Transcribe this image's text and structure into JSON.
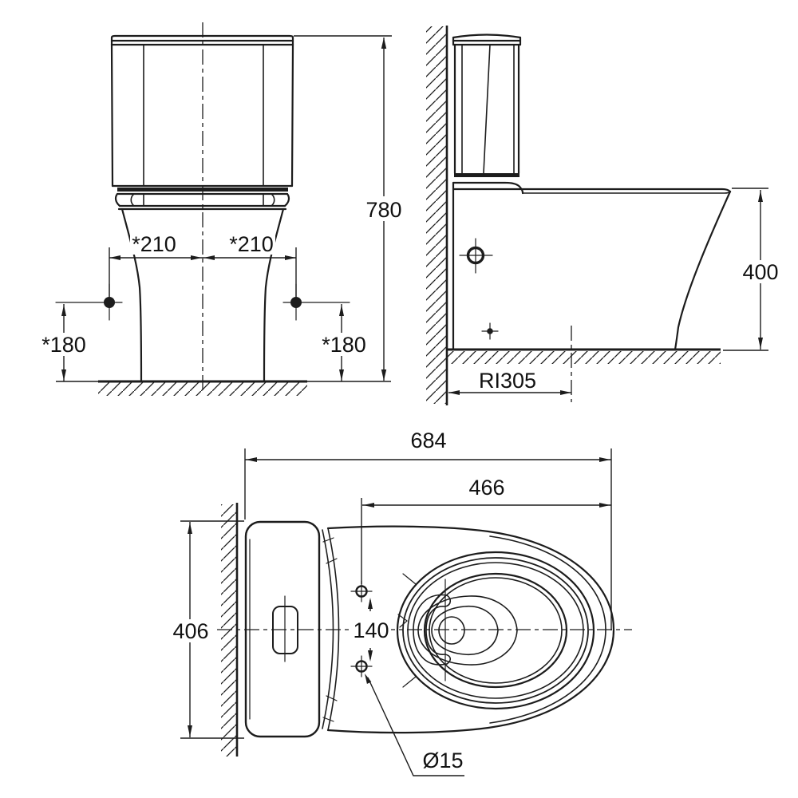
{
  "drawing": {
    "background_color": "#ffffff",
    "line_color": "#1c1c1c",
    "views": {
      "front": {
        "dims": {
          "overall_height": "780",
          "fixing_offset_left": "*210",
          "fixing_offset_right": "*210",
          "fixing_height_left": "*180",
          "fixing_height_right": "*180"
        }
      },
      "side": {
        "dims": {
          "rim_height": "400",
          "rough_in": "RI305"
        }
      },
      "plan": {
        "dims": {
          "overall_depth": "684",
          "depth_to_fixing_holes": "466",
          "overall_width": "406",
          "fixing_hole_spacing": "140",
          "fixing_hole_diameter": "Ø15"
        }
      }
    }
  }
}
